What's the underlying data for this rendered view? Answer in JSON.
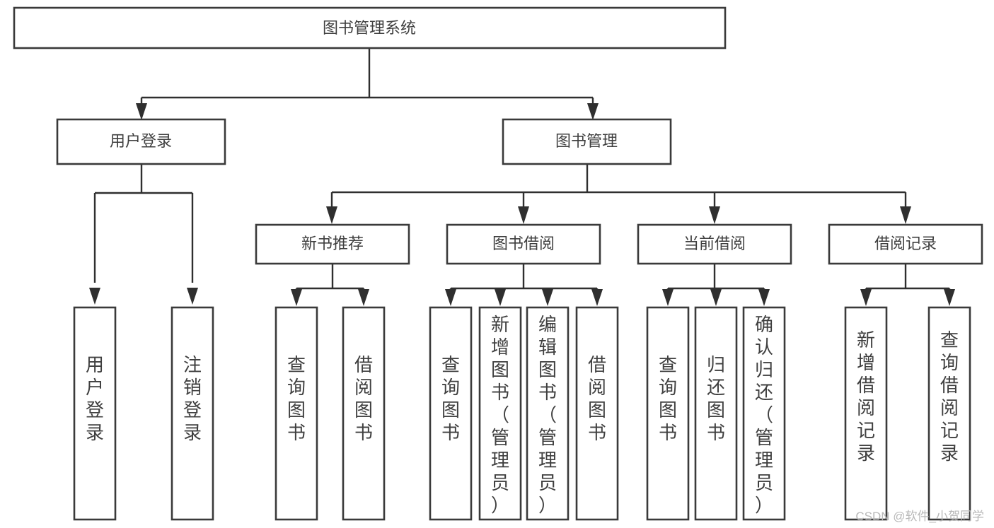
{
  "diagram": {
    "type": "tree",
    "title": "图书管理系统",
    "orientation": "top-down",
    "watermark": "CSDN @软件_小贺同学",
    "colors": {
      "box_fill": "#ffffff",
      "box_stroke": "#3a3a3a",
      "text": "#3f3f3f",
      "connector": "#2f2f2f",
      "watermark": "#b8b8b8"
    },
    "root": {
      "id": "root",
      "label": "图书管理系统"
    },
    "level1": [
      {
        "id": "user-login",
        "label": "用户登录"
      },
      {
        "id": "book-management",
        "label": "图书管理"
      }
    ],
    "level2": [
      {
        "id": "new-book-recommend",
        "label": "新书推荐",
        "parent": "book-management"
      },
      {
        "id": "book-borrow",
        "label": "图书借阅",
        "parent": "book-management"
      },
      {
        "id": "current-borrow",
        "label": "当前借阅",
        "parent": "book-management"
      },
      {
        "id": "borrow-record",
        "label": "借阅记录",
        "parent": "book-management"
      }
    ],
    "leaves": {
      "user-login": [
        {
          "id": "leaf-user-login",
          "label": "用户登录"
        },
        {
          "id": "leaf-logout-login",
          "label": "注销登录"
        }
      ],
      "new-book-recommend": [
        {
          "id": "leaf-query-book-1",
          "label": "查询图书"
        },
        {
          "id": "leaf-borrow-book-1",
          "label": "借阅图书"
        }
      ],
      "book-borrow": [
        {
          "id": "leaf-query-book-2",
          "label": "查询图书"
        },
        {
          "id": "leaf-add-book",
          "label": "新增图书（管理员）"
        },
        {
          "id": "leaf-edit-book",
          "label": "编辑图书（管理员）"
        },
        {
          "id": "leaf-borrow-book-2",
          "label": "借阅图书"
        }
      ],
      "current-borrow": [
        {
          "id": "leaf-query-book-3",
          "label": "查询图书"
        },
        {
          "id": "leaf-return-book",
          "label": "归还图书"
        },
        {
          "id": "leaf-confirm-return",
          "label": "确认归还（管理员）"
        }
      ],
      "borrow-record": [
        {
          "id": "leaf-add-record",
          "label": "新增借阅记录"
        },
        {
          "id": "leaf-query-record",
          "label": "查询借阅记录"
        }
      ]
    }
  }
}
